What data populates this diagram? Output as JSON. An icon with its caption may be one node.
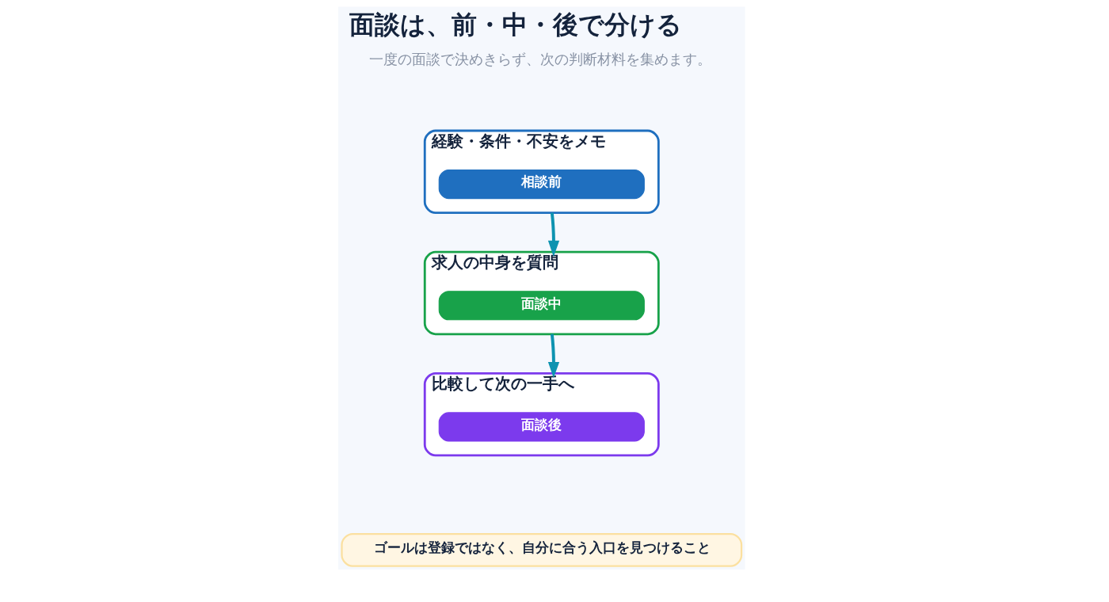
{
  "diagram": {
    "title": "面談は、前・中・後で分ける",
    "nodes": [
      {
        "text": [
          "経験・条件・不安をメモ"
        ]
      },
      {
        "text": [
          "相談前"
        ],
        "in": 0
      },
      {
        "text": [
          "求人の中身を質問"
        ]
      },
      {
        "text": [
          "面談中"
        ],
        "in": 2
      },
      {
        "text": [
          "比較して次の一手へ"
        ]
      },
      {
        "text": [
          "面談後"
        ],
        "in": 4
      },
      {
        "text": [
          "ゴールは登録ではなく、自分に合う入口を見つけること"
        ]
      }
    ],
    "edges": [
      {
        "from": 0,
        "to": 2,
        "arrow": "to"
      },
      {
        "from": 2,
        "to": 4,
        "arrow": "to"
      }
    ],
    "labels": [
      "一度の面談で決めきらず、次の判断材料を集めます。"
    ]
  }
}
